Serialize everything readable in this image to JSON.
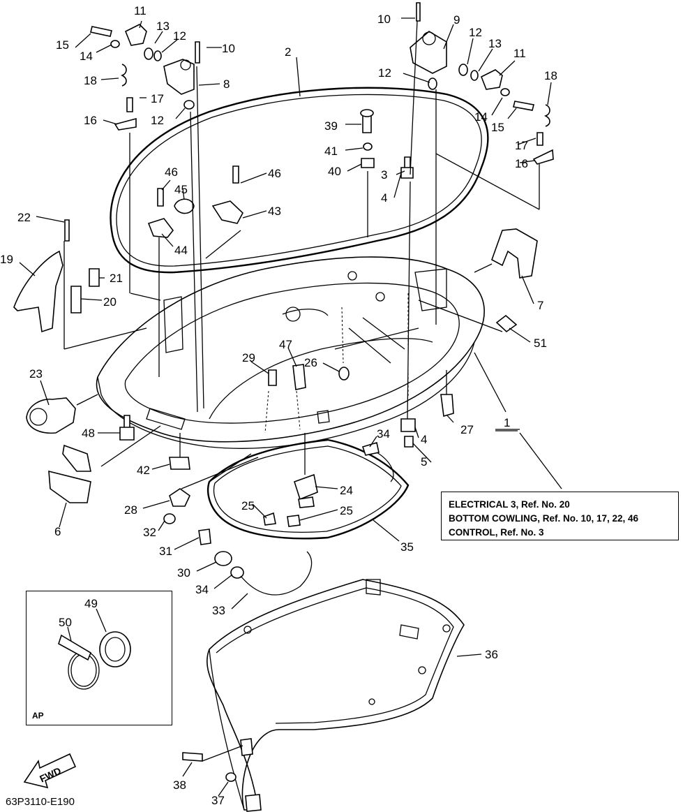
{
  "callouts": [
    "1",
    "2",
    "3",
    "4",
    "4",
    "5",
    "6",
    "7",
    "8",
    "9",
    "10",
    "10",
    "11",
    "11",
    "12",
    "12",
    "12",
    "12",
    "13",
    "13",
    "14",
    "14",
    "15",
    "15",
    "16",
    "16",
    "17",
    "17",
    "18",
    "18",
    "19",
    "20",
    "21",
    "22",
    "23",
    "24",
    "25",
    "25",
    "26",
    "27",
    "28",
    "29",
    "30",
    "31",
    "32",
    "33",
    "34",
    "34",
    "35",
    "36",
    "37",
    "38",
    "39",
    "40",
    "41",
    "42",
    "43",
    "44",
    "45",
    "46",
    "46",
    "47",
    "48",
    "49",
    "50",
    "51"
  ],
  "reference_box": {
    "lines": [
      "ELECTRICAL 3,  Ref. No. 20",
      "BOTTOM COWLING, Ref. No. 10, 17, 22, 46",
      "CONTROL,  Ref. No. 3"
    ]
  },
  "inset": {
    "label": "AP"
  },
  "fwd_label": "FWD",
  "diagram_code": "63P3110-E190"
}
